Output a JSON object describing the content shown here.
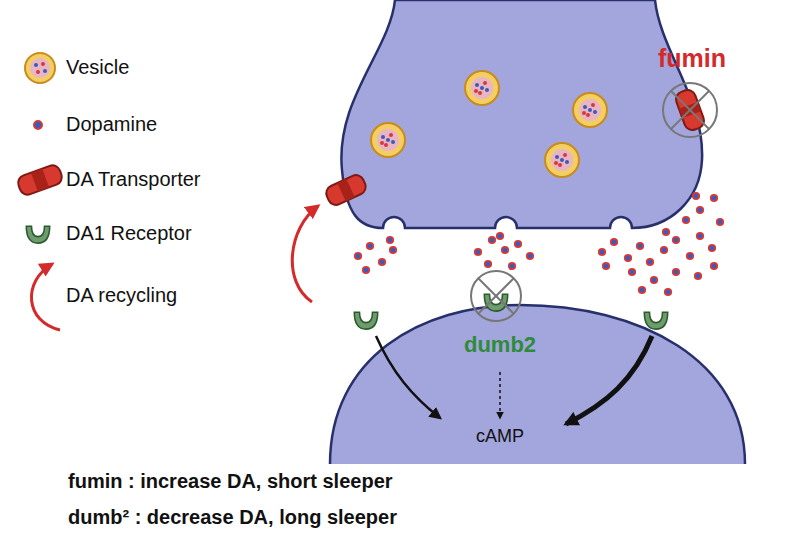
{
  "diagram": {
    "nodes": [
      {
        "text": [
          "cAMP"
        ]
      }
    ],
    "labels": [
      "fumin",
      "dumb2",
      "fumin : increase DA, short sleeper",
      "dumb² : decrease DA, long sleeper"
    ],
    "legend": [
      {
        "text": "Vesicle"
      },
      {
        "text": "Dopamine"
      },
      {
        "text": "DA Transporter"
      },
      {
        "text": "DA1 Receptor"
      },
      {
        "text": "DA recycling"
      }
    ]
  }
}
